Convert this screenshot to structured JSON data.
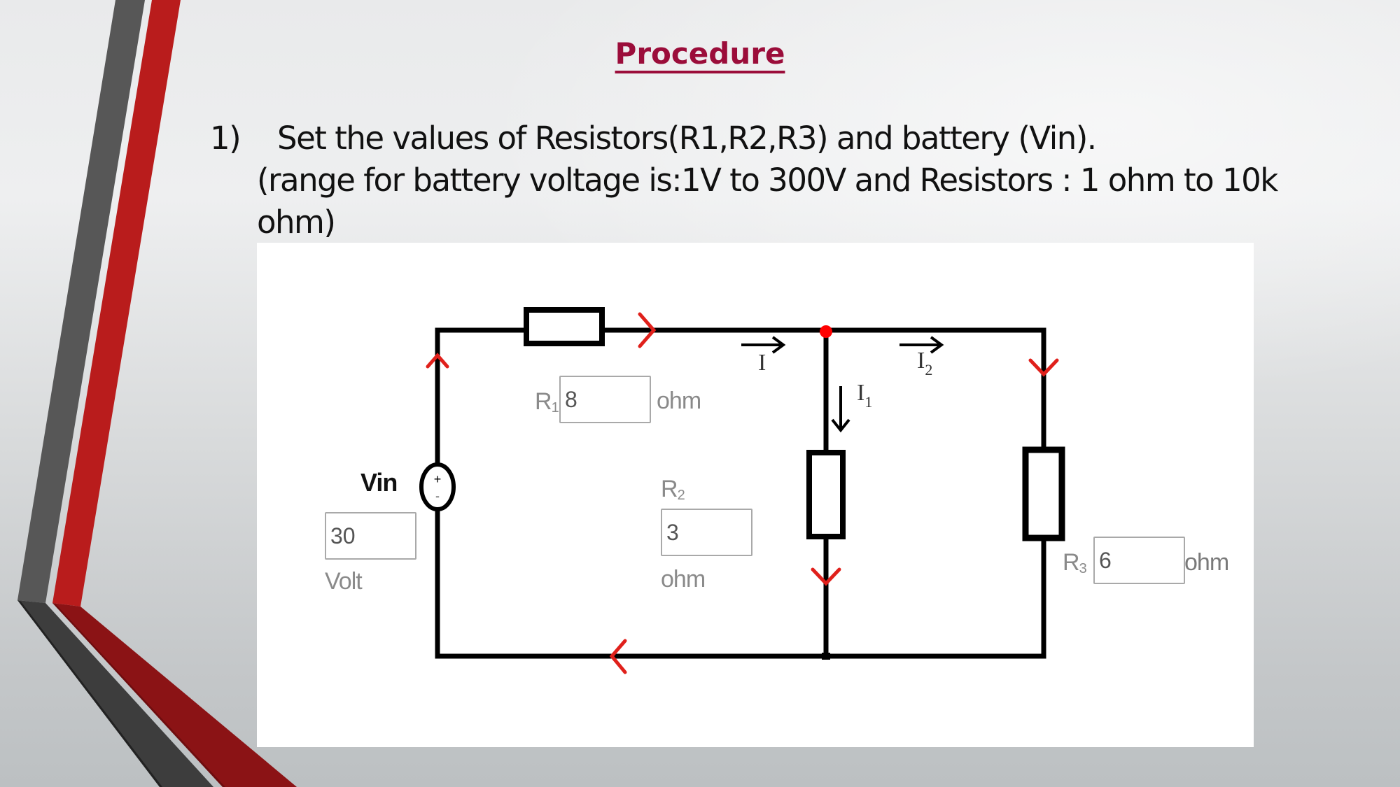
{
  "slide": {
    "title": "Procedure",
    "step": {
      "number": "1)",
      "line1": "Set the values of Resistors(R1,R2,R3) and battery (Vin).",
      "line2": "(range for battery voltage is:1V to 300V and Resistors : 1 ohm to 10k",
      "line3": "ohm)"
    }
  },
  "circuit": {
    "source": {
      "label": "Vin",
      "value": "30",
      "unit": "Volt"
    },
    "r1": {
      "label": "R",
      "subscript": "1",
      "value": "8",
      "unit": "ohm"
    },
    "r2": {
      "label": "R",
      "subscript": "2",
      "value": "3",
      "unit": "ohm"
    },
    "r3": {
      "label": "R",
      "subscript": "3",
      "value": "6",
      "unit": "ohm"
    },
    "currents": {
      "total": "I",
      "branch1": {
        "label": "I",
        "subscript": "1"
      },
      "branch2": {
        "label": "I",
        "subscript": "2"
      }
    },
    "colors": {
      "wire": "#000000",
      "flow_arrow": "#e0201b",
      "node": "#ff0000",
      "title": "#9b0d3a",
      "accent_red": "#b91c1c",
      "accent_gray": "#575757"
    }
  }
}
